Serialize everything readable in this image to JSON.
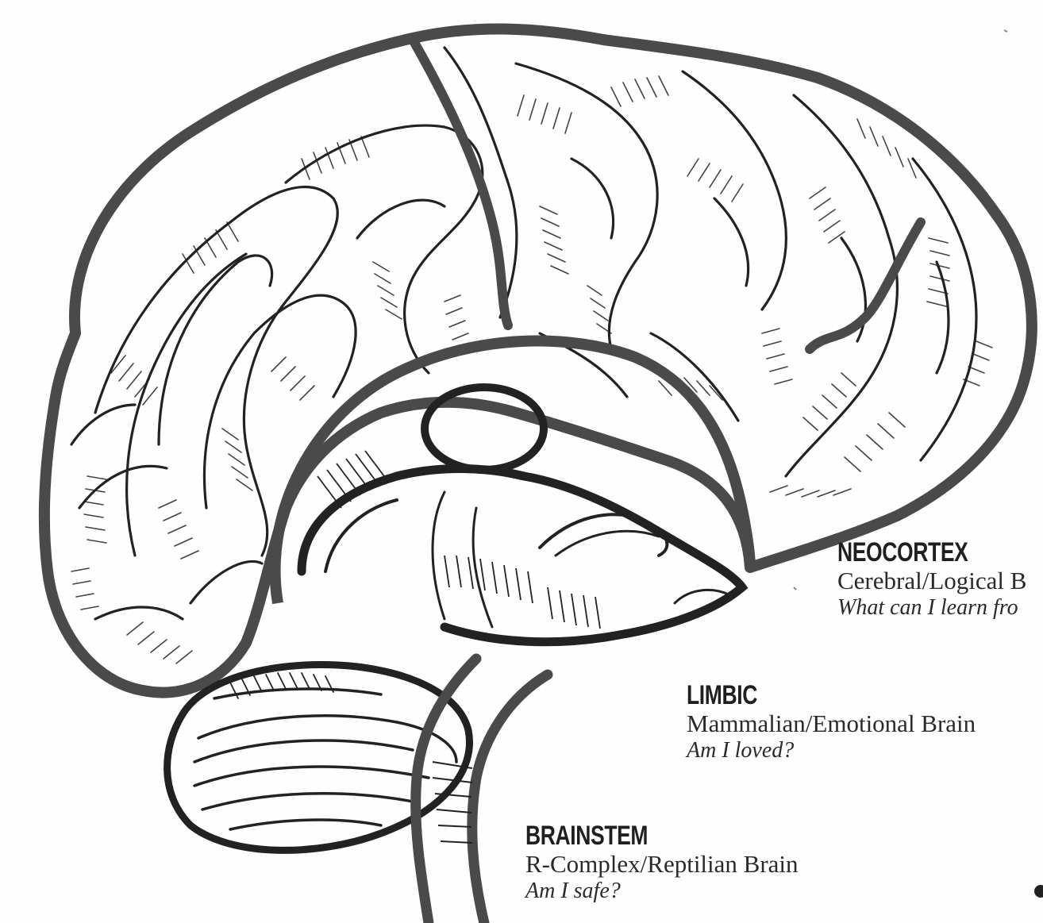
{
  "labels": {
    "neocortex": {
      "title": "NEOCORTEX",
      "subtitle": "Cerebral/Logical B",
      "question": "What can I learn fro"
    },
    "limbic": {
      "title": "LIMBIC",
      "subtitle": "Mammalian/Emotional Brain",
      "question": "Am I loved?"
    },
    "brainstem": {
      "title": "BRAINSTEM",
      "subtitle": "R-Complex/Reptilian Brain",
      "question": "Am I safe?"
    }
  },
  "colors": {
    "outline": "#4a4a4a",
    "ink": "#222222",
    "background": "#fefefe"
  },
  "icons": {
    "illustration": "brain-sagittal-sketch"
  }
}
